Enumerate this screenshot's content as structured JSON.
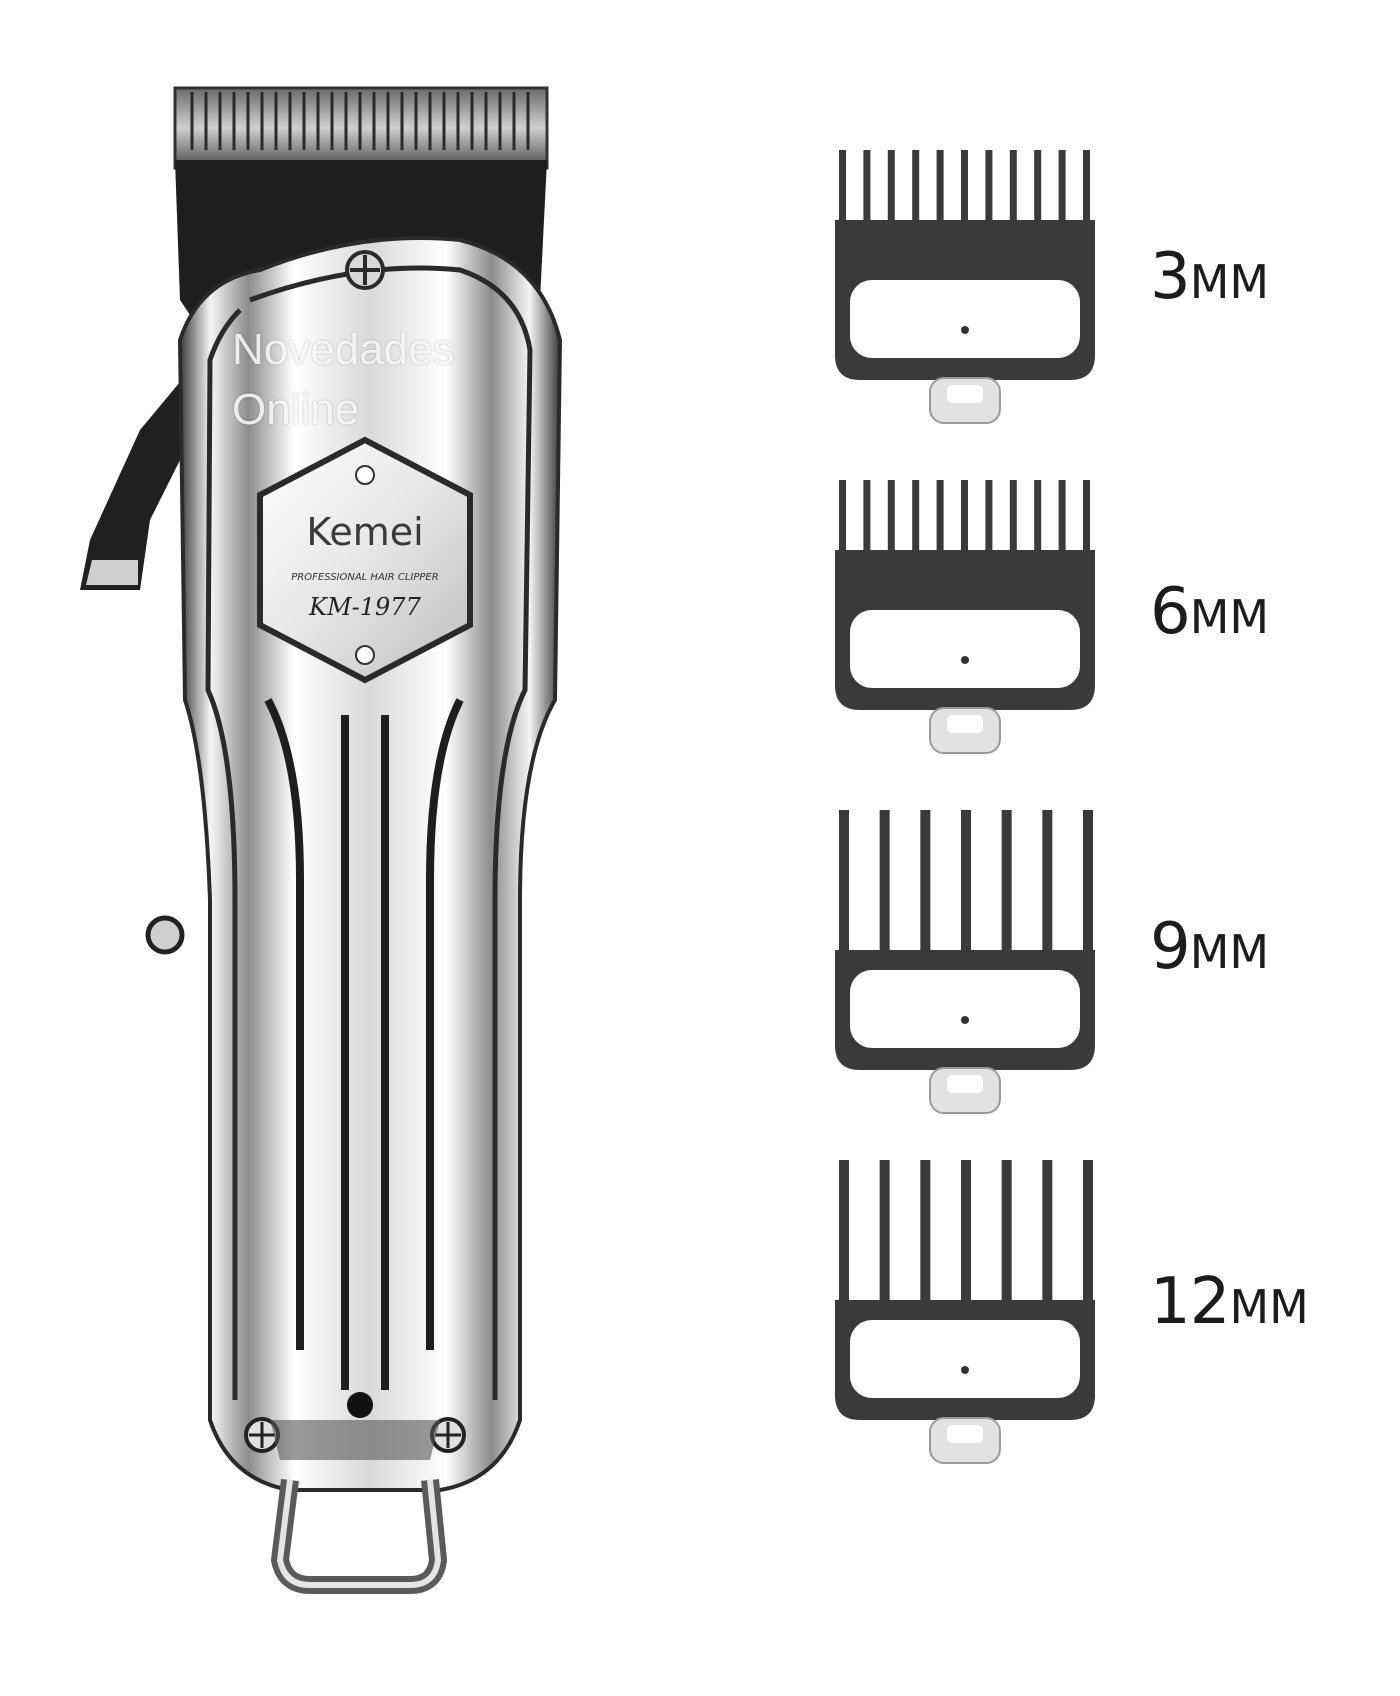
{
  "product": {
    "brand": "Kemei",
    "tagline": "PROFESSIONAL HAIR CLIPPER",
    "model": "KM-1977"
  },
  "watermark": {
    "line1": "Novedades",
    "line2": "Online"
  },
  "guards": [
    {
      "number": "3",
      "unit": "MM"
    },
    {
      "number": "6",
      "unit": "MM"
    },
    {
      "number": "9",
      "unit": "MM"
    },
    {
      "number": "12",
      "unit": "MM"
    }
  ],
  "colors": {
    "chrome_dark": "#2e2e2e",
    "chrome_mid": "#9a9a9a",
    "chrome_light": "#f4f4f4",
    "guard_body": "#3a3a3a",
    "guard_window": "#ffffff"
  }
}
